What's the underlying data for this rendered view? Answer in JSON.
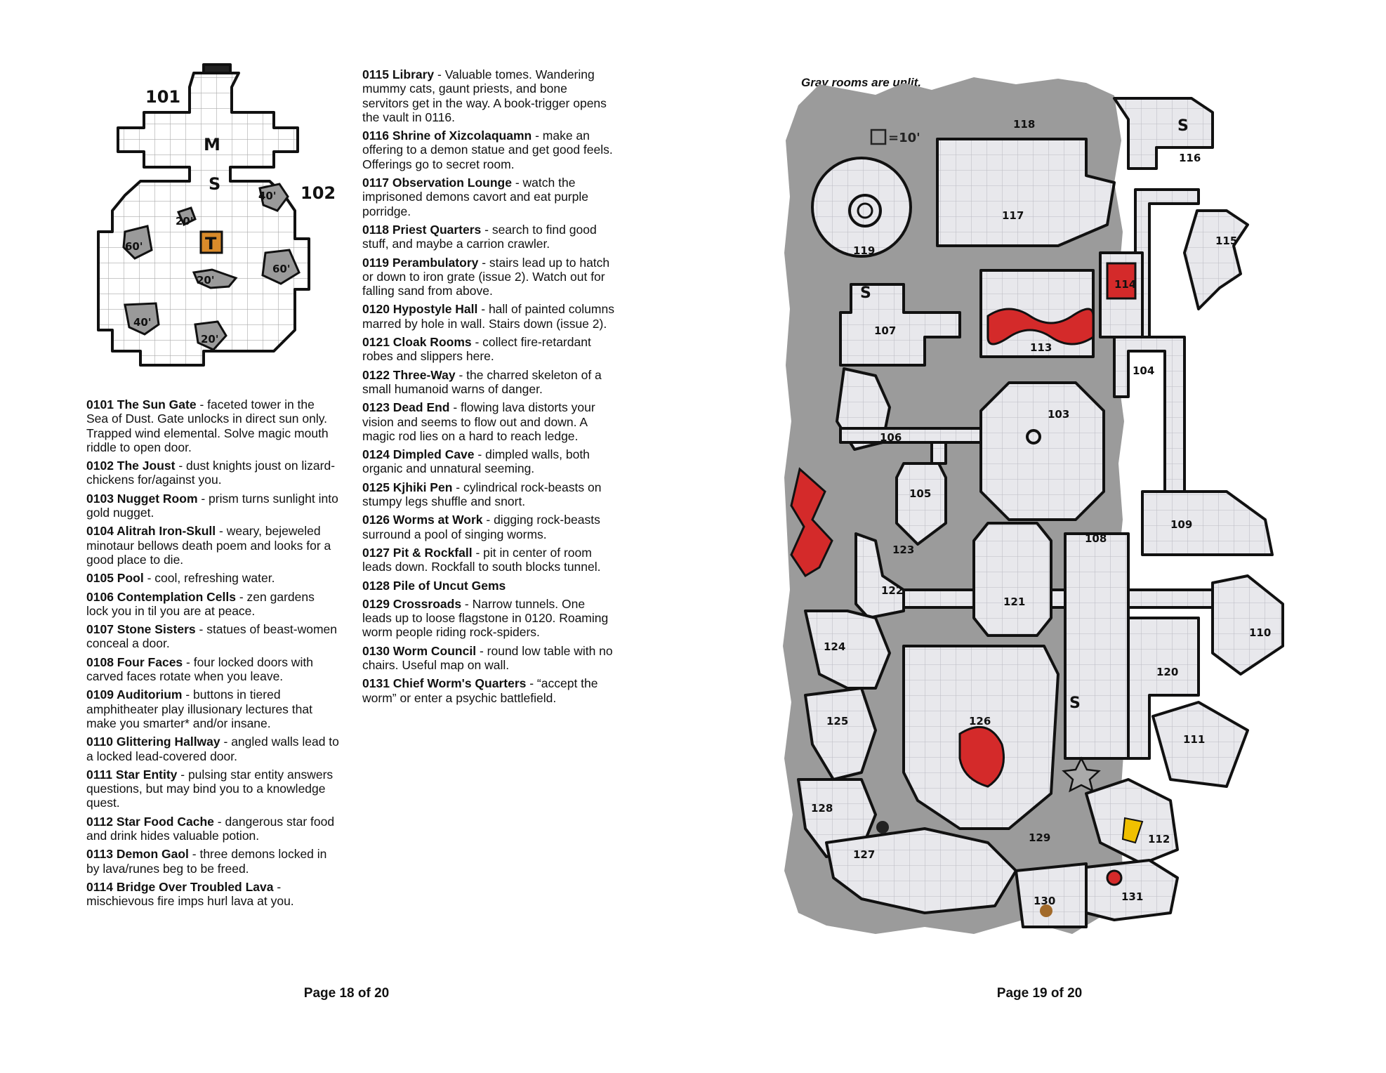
{
  "left_page": {
    "map": {
      "labels": {
        "room_101": "101",
        "room_102": "102",
        "m": "M",
        "s": "S",
        "t": "T",
        "p40a": "40'",
        "p20a": "20'",
        "p60a": "60'",
        "p60b": "60'",
        "p20b": "20'",
        "p40b": "40'",
        "p20c": "20'"
      }
    },
    "entries_col1": [
      {
        "title": "0101 The Sun Gate",
        "text": " - faceted tower in the Sea of Dust. Gate unlocks in direct sun only. Trapped wind elemental. Solve magic mouth riddle to open door."
      },
      {
        "title": "0102 The Joust",
        "text": " - dust knights joust on lizard-chickens for/against you."
      },
      {
        "title": "0103 Nugget Room",
        "text": " - prism turns sunlight into gold nugget."
      },
      {
        "title": "0104 Alitrah Iron-Skull",
        "text": " - weary, bejeweled minotaur bellows death poem and looks for a good place to die."
      },
      {
        "title": "0105 Pool",
        "text": " - cool, refreshing water."
      },
      {
        "title": "0106 Contemplation Cells",
        "text": " - zen gardens lock you in til you are at peace."
      },
      {
        "title": "0107 Stone Sisters",
        "text": " - statues of beast-women conceal a door."
      },
      {
        "title": "0108 Four Faces",
        "text": " - four locked doors with carved faces rotate when you leave."
      },
      {
        "title": "0109 Auditorium",
        "text": " - buttons in tiered amphitheater play illusionary lectures that make you smarter* and/or insane."
      },
      {
        "title": "0110 Glittering Hallway",
        "text": " - angled walls lead to a locked lead-covered door."
      },
      {
        "title": "0111 Star Entity",
        "text": " - pulsing star entity answers questions, but may bind you to a knowledge quest."
      },
      {
        "title": "0112 Star Food Cache",
        "text": " - dangerous star food and drink hides valuable potion."
      },
      {
        "title": "0113 Demon Gaol",
        "text": " - three demons locked in by lava/runes beg to be freed."
      },
      {
        "title": "0114 Bridge Over Troubled Lava",
        "text": " - mischievous fire imps hurl lava at you."
      }
    ],
    "entries_col2": [
      {
        "title": "0115 Library",
        "text": " - Valuable tomes. Wandering mummy cats, gaunt priests, and bone servitors get in the way. A book-trigger opens the vault in 0116."
      },
      {
        "title": "0116 Shrine of Xizcolaquamn",
        "text": " - make an offering to a demon statue and get good feels. Offerings go to secret room."
      },
      {
        "title": "0117 Observation Lounge",
        "text": " - watch the imprisoned demons cavort and eat purple porridge."
      },
      {
        "title": "0118 Priest Quarters",
        "text": " - search to find good stuff, and maybe a carrion crawler."
      },
      {
        "title": "0119 Perambulatory",
        "text": " - stairs lead up to hatch or down to iron grate (issue 2). Watch out for falling sand from above."
      },
      {
        "title": "0120 Hypostyle Hall",
        "text": " - hall of painted columns marred by hole in wall. Stairs down (issue 2)."
      },
      {
        "title": "0121 Cloak Rooms",
        "text": " - collect fire-retardant robes and slippers here."
      },
      {
        "title": "0122 Three-Way",
        "text": " - the charred skeleton of a small humanoid warns of danger."
      },
      {
        "title": "0123 Dead End",
        "text": " - flowing lava distorts your vision and seems to flow out and down. A magic rod lies on a hard to reach ledge."
      },
      {
        "title": "0124 Dimpled Cave",
        "text": " - dimpled walls, both organic and unnatural seeming."
      },
      {
        "title": "0125 Kjhiki Pen",
        "text": " - cylindrical rock-beasts on stumpy legs shuffle and snort."
      },
      {
        "title": "0126 Worms at Work",
        "text": " - digging rock-beasts surround a pool of singing worms."
      },
      {
        "title": "0127 Pit & Rockfall",
        "text": " - pit in center of room leads down. Rockfall to south blocks tunnel."
      },
      {
        "title": "0128 Pile of Uncut Gems",
        "text": ""
      },
      {
        "title": "0129 Crossroads",
        "text": " - Narrow tunnels. One leads up to loose flagstone in 0120. Roaming worm people riding rock-spiders."
      },
      {
        "title": "0130 Worm Council",
        "text": " - round low table with no chairs. Useful map on wall."
      },
      {
        "title": "0131 Chief Worm's Quarters",
        "text": " - “accept the worm” or enter a psychic battlefield."
      }
    ],
    "page_number": "Page 18 of 20"
  },
  "right_page": {
    "note": "Gray rooms are unlit.",
    "scale_label": "=10'",
    "room_labels": [
      "103",
      "104",
      "105",
      "106",
      "107",
      "108",
      "109",
      "110",
      "111",
      "112",
      "113",
      "114",
      "115",
      "116",
      "117",
      "118",
      "119",
      "120",
      "121",
      "122",
      "123",
      "124",
      "125",
      "126",
      "127",
      "128",
      "129",
      "130",
      "131"
    ],
    "secret_marks": [
      "S",
      "S",
      "S"
    ],
    "page_number": "Page 19 of 20"
  }
}
